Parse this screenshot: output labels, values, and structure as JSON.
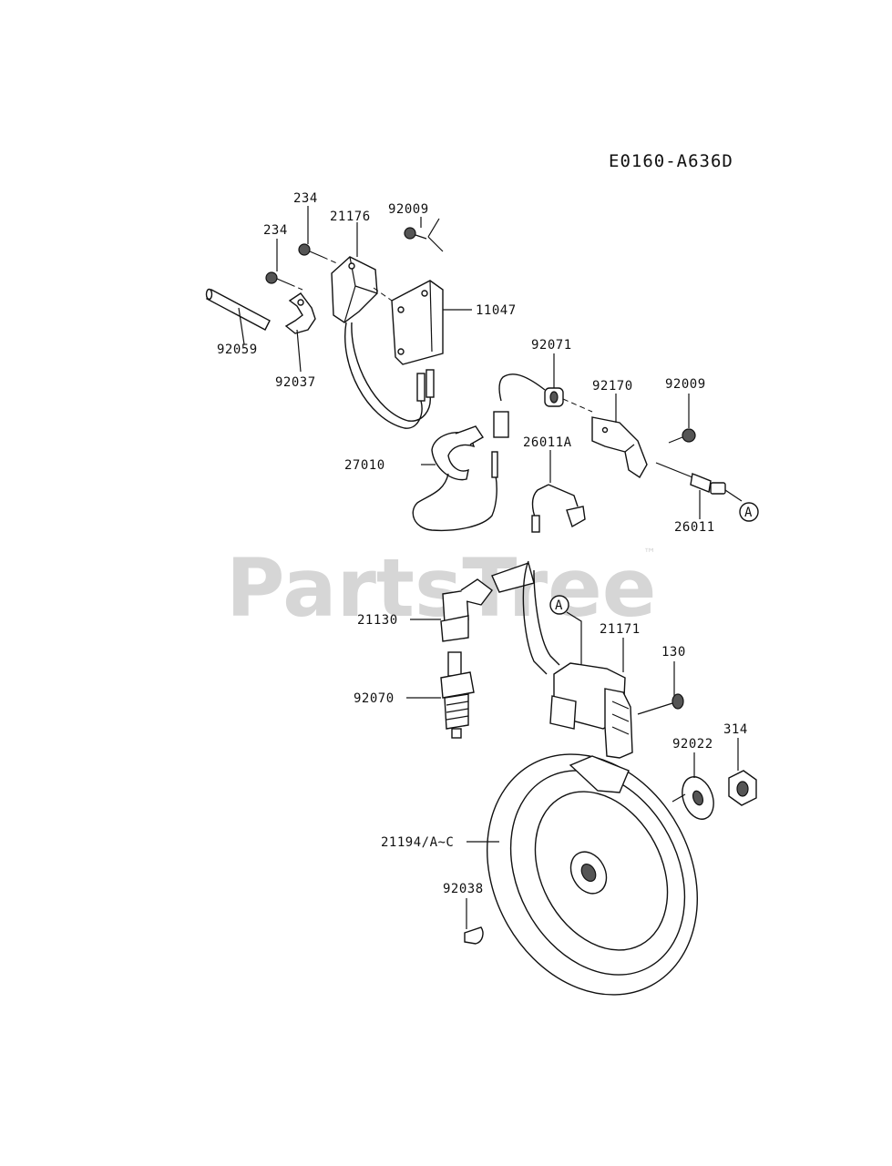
{
  "diagram_code": "E0160-A636D",
  "watermark": {
    "text": "PartsTree",
    "trademark": "™"
  },
  "reference_marker": "A",
  "parts": [
    {
      "id": "p234a",
      "number": "234"
    },
    {
      "id": "p234b",
      "number": "234"
    },
    {
      "id": "p21176",
      "number": "21176"
    },
    {
      "id": "p92009a",
      "number": "92009"
    },
    {
      "id": "p11047",
      "number": "11047"
    },
    {
      "id": "p92059",
      "number": "92059"
    },
    {
      "id": "p92037",
      "number": "92037"
    },
    {
      "id": "p92071",
      "number": "92071"
    },
    {
      "id": "p92170",
      "number": "92170"
    },
    {
      "id": "p92009b",
      "number": "92009"
    },
    {
      "id": "p26011A",
      "number": "26011A"
    },
    {
      "id": "p27010",
      "number": "27010"
    },
    {
      "id": "p26011",
      "number": "26011"
    },
    {
      "id": "p21130",
      "number": "21130"
    },
    {
      "id": "p21171",
      "number": "21171"
    },
    {
      "id": "p130",
      "number": "130"
    },
    {
      "id": "p92070",
      "number": "92070"
    },
    {
      "id": "p314",
      "number": "314"
    },
    {
      "id": "p92022",
      "number": "92022"
    },
    {
      "id": "p21194",
      "number": "21194/A~C"
    },
    {
      "id": "p92038",
      "number": "92038"
    }
  ]
}
